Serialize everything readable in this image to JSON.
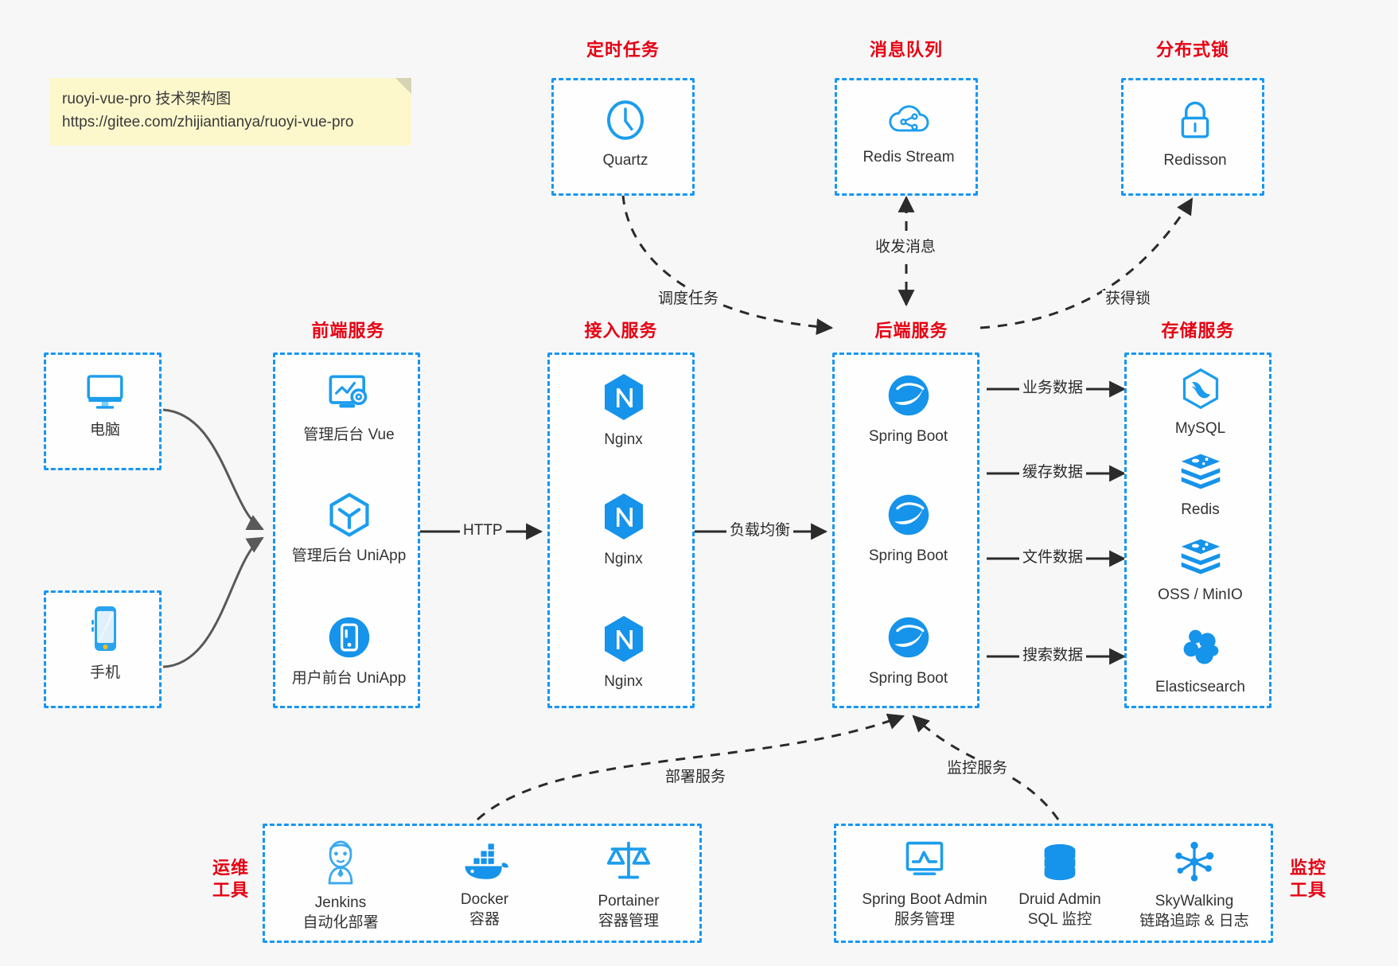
{
  "note": {
    "line1": "ruoyi-vue-pro 技术架构图",
    "line2": "https://gitee.com/zhijiantianya/ruoyi-vue-pro"
  },
  "colors": {
    "accent_blue": "#1796f3",
    "icon_blue": "#1c9ded",
    "title_red": "#e60012",
    "background": "#f7f7f7",
    "note_yellow": "#fcf8cc",
    "arrow_black": "#2b2b2b",
    "client_arrow_gray": "#595959"
  },
  "groups": {
    "scheduled_task": {
      "title": "定时任务",
      "nodes": [
        {
          "label": "Quartz",
          "icon": "clock-icon"
        }
      ]
    },
    "message_queue": {
      "title": "消息队列",
      "nodes": [
        {
          "label": "Redis Stream",
          "icon": "cloud-stream-icon"
        }
      ]
    },
    "distributed_lock": {
      "title": "分布式锁",
      "nodes": [
        {
          "label": "Redisson",
          "icon": "lock-icon"
        }
      ]
    },
    "clients": {
      "nodes": [
        {
          "label": "电脑",
          "icon": "desktop-computer-icon"
        },
        {
          "label": "手机",
          "icon": "mobile-phone-icon"
        }
      ]
    },
    "frontend_services": {
      "title": "前端服务",
      "nodes": [
        {
          "label": "管理后台 Vue",
          "icon": "dashboard-settings-icon"
        },
        {
          "label": "管理后台 UniApp",
          "icon": "uniapp-hexagon-icon"
        },
        {
          "label": "用户前台 UniApp",
          "icon": "mobile-app-circle-icon"
        }
      ]
    },
    "access_services": {
      "title": "接入服务",
      "nodes": [
        {
          "label": "Nginx",
          "icon": "nginx-icon"
        },
        {
          "label": "Nginx",
          "icon": "nginx-icon"
        },
        {
          "label": "Nginx",
          "icon": "nginx-icon"
        }
      ]
    },
    "backend_services": {
      "title": "后端服务",
      "nodes": [
        {
          "label": "Spring Boot",
          "icon": "spring-boot-icon"
        },
        {
          "label": "Spring Boot",
          "icon": "spring-boot-icon"
        },
        {
          "label": "Spring Boot",
          "icon": "spring-boot-icon"
        }
      ]
    },
    "storage_services": {
      "title": "存储服务",
      "nodes": [
        {
          "label": "MySQL",
          "icon": "mysql-dolphin-icon"
        },
        {
          "label": "Redis",
          "icon": "redis-stack-icon"
        },
        {
          "label": "OSS / MinIO",
          "icon": "oss-minio-stack-icon"
        },
        {
          "label": "Elasticsearch",
          "icon": "elasticsearch-icon"
        }
      ]
    },
    "ops_tools": {
      "title_line1": "运维",
      "title_line2": "工具",
      "nodes": [
        {
          "label": "Jenkins",
          "sublabel": "自动化部署",
          "icon": "jenkins-butler-icon"
        },
        {
          "label": "Docker",
          "sublabel": "容器",
          "icon": "docker-whale-icon"
        },
        {
          "label": "Portainer",
          "sublabel": "容器管理",
          "icon": "portainer-scales-icon"
        }
      ]
    },
    "monitor_tools": {
      "title_line1": "监控",
      "title_line2": "工具",
      "nodes": [
        {
          "label": "Spring Boot Admin",
          "sublabel": "服务管理",
          "icon": "monitor-chart-icon"
        },
        {
          "label": "Druid Admin",
          "sublabel": "SQL 监控",
          "icon": "database-cylinder-icon"
        },
        {
          "label": "SkyWalking",
          "sublabel": "链路追踪 & 日志",
          "icon": "skywalking-network-icon"
        }
      ]
    }
  },
  "edges": [
    {
      "id": "schedule-task",
      "label": "调度任务",
      "style": "dashed",
      "from": "scheduled_task",
      "to": "backend_services"
    },
    {
      "id": "send-receive-message",
      "label": "收发消息",
      "style": "dashed-bidirectional",
      "from": "message_queue",
      "to": "backend_services"
    },
    {
      "id": "acquire-lock",
      "label": "获得锁",
      "style": "dashed",
      "from": "backend_services",
      "to": "distributed_lock"
    },
    {
      "id": "http",
      "label": "HTTP",
      "style": "solid",
      "from": "frontend_services",
      "to": "access_services"
    },
    {
      "id": "load-balance",
      "label": "负载均衡",
      "style": "solid",
      "from": "access_services",
      "to": "backend_services"
    },
    {
      "id": "business-data",
      "label": "业务数据",
      "style": "solid",
      "from": "backend_services",
      "to": "MySQL"
    },
    {
      "id": "cache-data",
      "label": "缓存数据",
      "style": "solid",
      "from": "backend_services",
      "to": "Redis"
    },
    {
      "id": "file-data",
      "label": "文件数据",
      "style": "solid",
      "from": "backend_services",
      "to": "OSS / MinIO"
    },
    {
      "id": "search-data",
      "label": "搜索数据",
      "style": "solid",
      "from": "backend_services",
      "to": "Elasticsearch"
    },
    {
      "id": "deploy-service",
      "label": "部署服务",
      "style": "dashed",
      "from": "ops_tools",
      "to": "backend_services"
    },
    {
      "id": "monitor-service",
      "label": "监控服务",
      "style": "dashed",
      "from": "monitor_tools",
      "to": "backend_services"
    }
  ]
}
